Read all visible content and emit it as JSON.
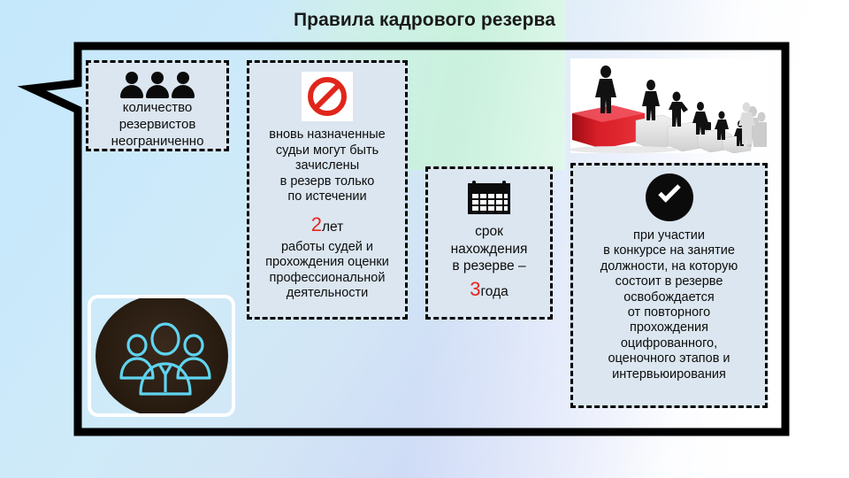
{
  "slide": {
    "title": "Правила кадрового резерва",
    "background": {
      "base_start": "#c6e8fb",
      "base_end": "#c3ccf8",
      "mint_tint": "#cdf3dd",
      "white_wash": "#ffffff"
    },
    "frame": {
      "name": "callout-frame",
      "stroke": "#000000",
      "stroke_width": 9,
      "fill": "none",
      "tail_direction": "left"
    }
  },
  "boxes": [
    {
      "id": "box-count",
      "name": "reservists-count-box",
      "icon": "three-people-icon",
      "fill": "#dbe6f0",
      "border": "#000000",
      "border_style": "dashed",
      "text": "количество\nрезервистов\nнеограниченно"
    },
    {
      "id": "box-judges",
      "name": "newly-appointed-judges-box",
      "icon": "prohibition-sign-icon",
      "fill": "#dbe6f0",
      "border": "#000000",
      "border_style": "dashed",
      "text_top": "вновь назначенные\nсудьи могут быть\nзачислены\nв резерв только\nпо истечении",
      "highlight_number": "2",
      "highlight_unit": "лет",
      "highlight_color": "#e8251f",
      "text_bottom": "работы судей и\nпрохождения оценки\nпрофессиональной\nдеятельности"
    },
    {
      "id": "box-term",
      "name": "reserve-term-box",
      "icon": "calendar-icon",
      "fill": "#dbe6f0",
      "border": "#000000",
      "border_style": "dashed",
      "text_top": "срок\nнахождения\nв резерве –",
      "highlight_number": "3",
      "highlight_unit": "года",
      "highlight_color": "#e8251f"
    },
    {
      "id": "box-competition",
      "name": "competition-exemption-box",
      "icon": "check-circle-icon",
      "fill": "#dbe6f0",
      "border": "#000000",
      "border_style": "dashed",
      "text": "при участии\nв конкурсе на занятие\nдолжности, на которую\nсостоит в резерве\nосвобождается\nот повторного\nпрохождения\nоцифрованного,\nоценочного этапов и\nинтервьюирования"
    }
  ],
  "images": [
    {
      "id": "photo-stairs",
      "name": "career-ladder-photo",
      "description": "Силуэты людей на ступенях, верхняя ступень красная",
      "accent_color": "#d81e28",
      "step_color": "#e4e4e4",
      "silhouette_color": "#111111"
    },
    {
      "id": "team-avatar",
      "name": "team-group-icon",
      "description": "Круглая иконка группы людей, неоновый контур",
      "background_color": "#2a1d12",
      "outline_color": "#5fd4f0",
      "frame_color": "#ffffff"
    }
  ]
}
